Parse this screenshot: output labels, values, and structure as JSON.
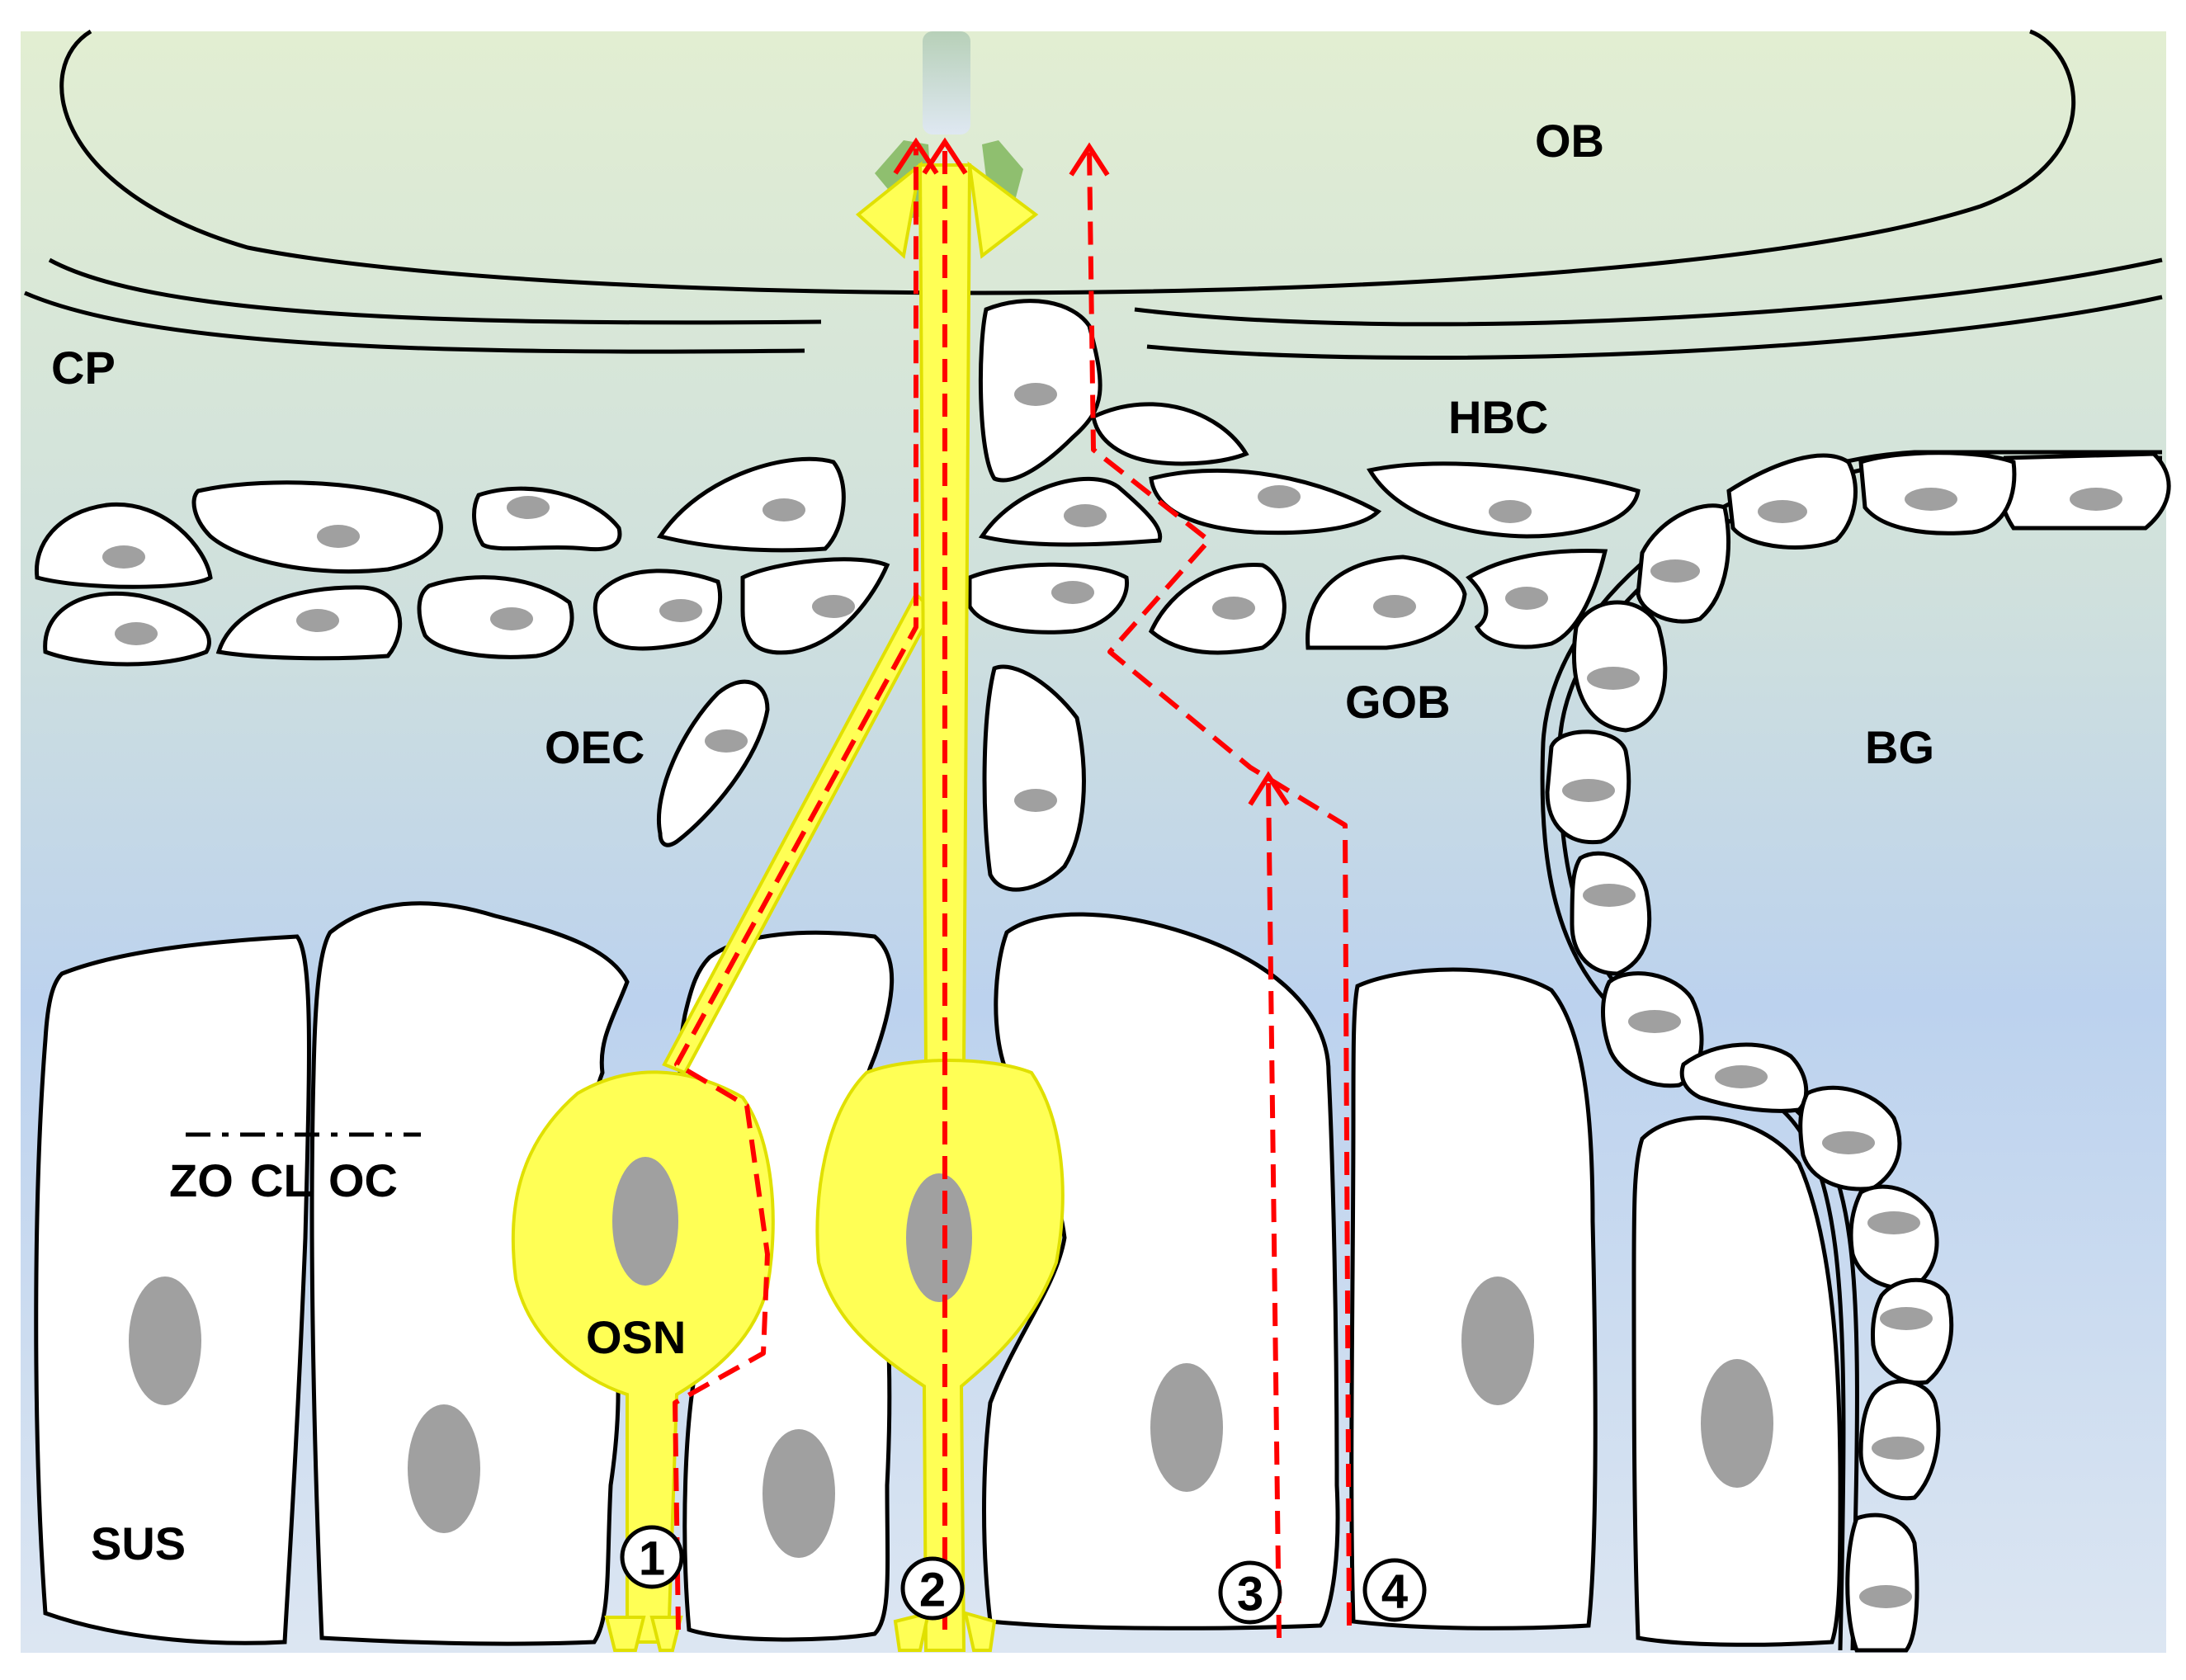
{
  "labels": {
    "ob": "OB",
    "cp": "CP",
    "hbc": "HBC",
    "oec": "OEC",
    "gob": "GOB",
    "bg": "BG",
    "zo": "ZO",
    "cl": "CL",
    "oc": "OC",
    "osn": "OSN",
    "sus": "SUS"
  },
  "routes": [
    "1",
    "2",
    "3",
    "4"
  ],
  "colors": {
    "background_top": "#dfeccf",
    "background_bottom": "#bcd3ee",
    "osn_yellow": "#ffff55",
    "route_red": "#ff0000",
    "nucleus_gray": "#a0a0a0",
    "glom_green": "#8fbf6f"
  }
}
